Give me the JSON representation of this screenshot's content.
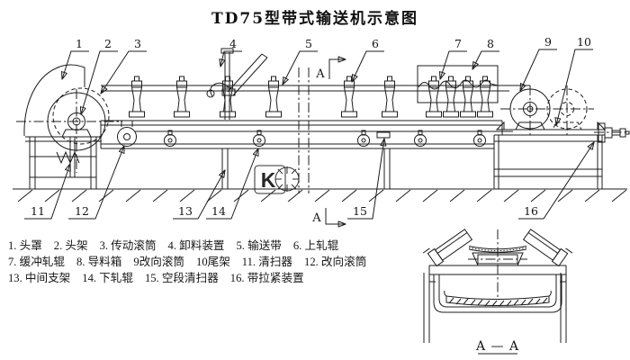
{
  "title": "TD75型带式输送机示意图",
  "watermark": {
    "letter": "K"
  },
  "section_marker": "A",
  "section_view_label": "A — A",
  "callouts": [
    "1",
    "2",
    "3",
    "4",
    "5",
    "6",
    "7",
    "8",
    "9",
    "10",
    "11",
    "12",
    "13",
    "14",
    "15",
    "16"
  ],
  "legend": {
    "items": [
      "1. 头罩",
      "2. 头架",
      "3. 传动滚筒",
      "4. 卸料装置",
      "5. 输送带",
      "6. 上轧辊",
      "7. 缓冲轧辊",
      "8. 导料箱",
      "9改向滚筒",
      "10尾架",
      "11. 清扫器",
      "12. 改向滚筒",
      "13. 中间支架",
      "14. 下轧辊",
      "15. 空段清扫器",
      "16. 带拉紧装置"
    ]
  }
}
